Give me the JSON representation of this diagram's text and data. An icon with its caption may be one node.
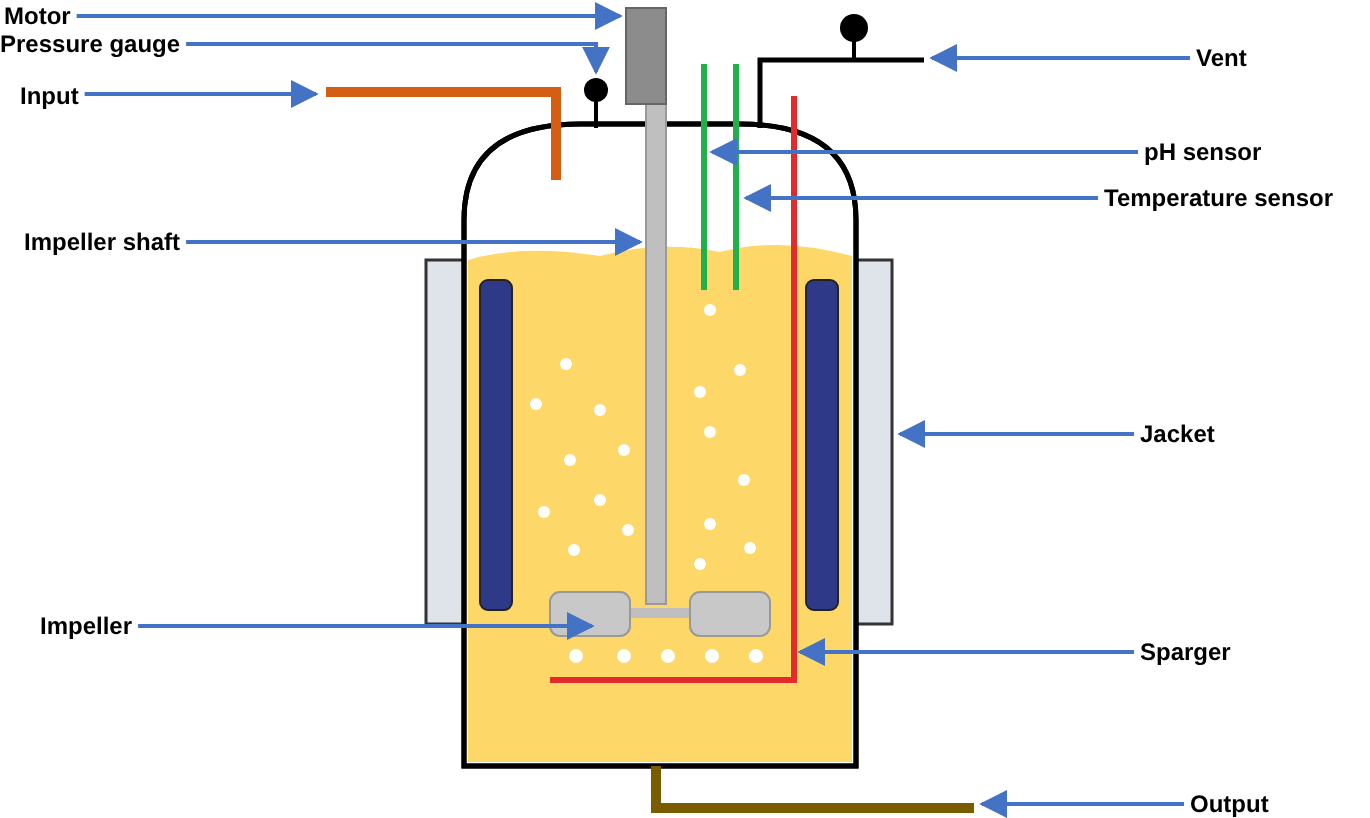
{
  "diagram": {
    "nodes": [
      {
        "text": [
          "Motor"
        ]
      },
      {
        "text": [
          "Pressure gauge"
        ]
      },
      {
        "text": [
          "Input"
        ]
      },
      {
        "text": [
          "Impeller shaft"
        ]
      },
      {
        "text": [
          "Impeller"
        ]
      },
      {
        "text": [
          "Vent"
        ]
      },
      {
        "text": [
          "pH sensor"
        ]
      },
      {
        "text": [
          "Temperature sensor"
        ]
      },
      {
        "text": [
          "Jacket"
        ]
      },
      {
        "text": [
          "Sparger"
        ]
      },
      {
        "text": [
          "Output"
        ]
      }
    ],
    "edges": [
      {
        "from": 0,
        "to": null,
        "arrow": "to"
      },
      {
        "from": 1,
        "to": null,
        "arrow": "to"
      },
      {
        "from": 2,
        "to": null,
        "arrow": "to"
      },
      {
        "from": 3,
        "to": null,
        "arrow": "to"
      },
      {
        "from": 4,
        "to": null,
        "arrow": "to"
      },
      {
        "from": 5,
        "to": null,
        "arrow": "to"
      },
      {
        "from": 6,
        "to": null,
        "arrow": "to"
      },
      {
        "from": 7,
        "to": null,
        "arrow": "to"
      },
      {
        "from": 8,
        "to": null,
        "arrow": "to"
      },
      {
        "from": 9,
        "to": null,
        "arrow": "to"
      },
      {
        "from": 10,
        "to": null,
        "arrow": "to"
      }
    ]
  }
}
